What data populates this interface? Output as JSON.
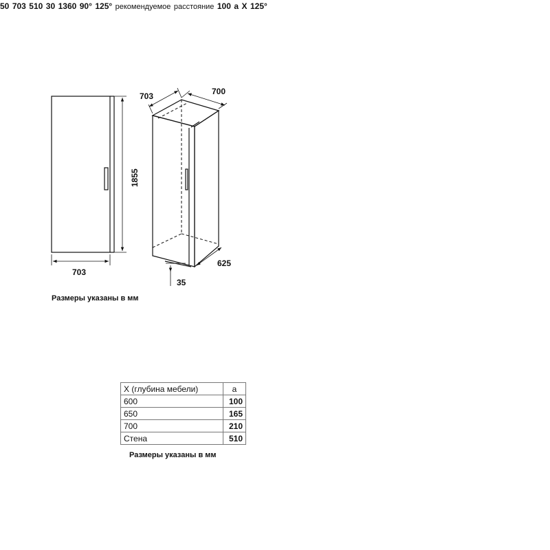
{
  "front_view": {
    "width_label": "703",
    "height_label": "1855"
  },
  "iso_view": {
    "depth_label": "703",
    "width_label": "700",
    "side_depth_label": "625",
    "base_label": "35"
  },
  "top_view": {
    "clearance_label": "50",
    "depth_label": "703",
    "door_label": "510",
    "offset_label": "30",
    "total_label": "1360",
    "angle_90": "90°",
    "angle_125": "125°"
  },
  "install_view": {
    "recommended_line1": "рекомендуемое",
    "recommended_line2": "расстояние",
    "gap_label": "100",
    "a_label": "a",
    "x_label": "X",
    "angle_label": "125°"
  },
  "table": {
    "headers": [
      "X (глубина мебели)",
      "a"
    ],
    "rows": [
      [
        "600",
        "100"
      ],
      [
        "650",
        "165"
      ],
      [
        "700",
        "210"
      ],
      [
        "Стена",
        "510"
      ]
    ]
  },
  "notes": {
    "left": "Размеры указаны в мм",
    "bottom": "Размеры указаны в мм"
  }
}
